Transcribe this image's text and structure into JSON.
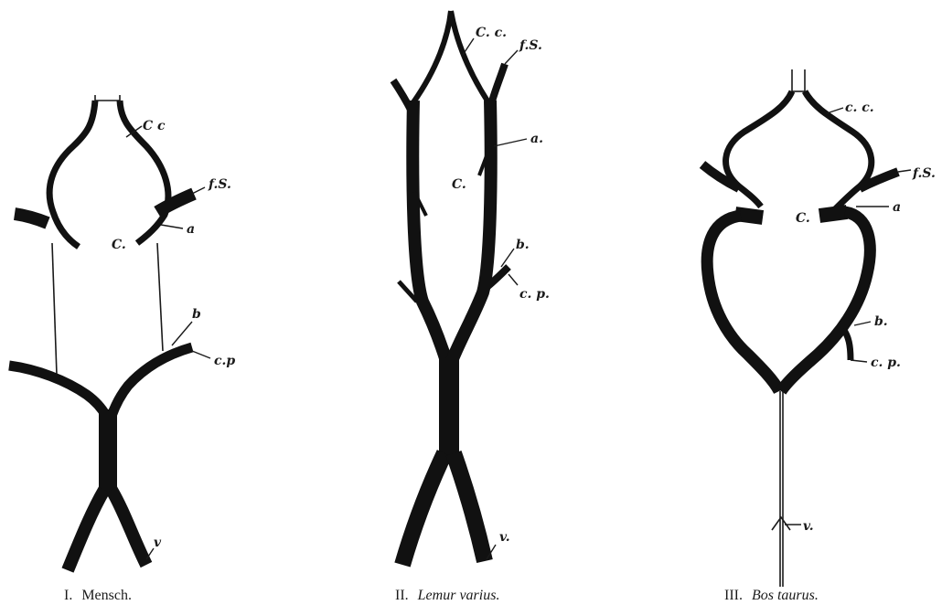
{
  "panels": [
    {
      "numeral": "I.",
      "species": "Mensch.",
      "labels": {
        "cc": "C c",
        "fs": "f.S.",
        "a": "a",
        "c": "C.",
        "b": "b",
        "cp": "c.p",
        "v": "v"
      }
    },
    {
      "numeral": "II.",
      "species": "Lemur varius.",
      "labels": {
        "cc": "C. c.",
        "fs": "f.S.",
        "a": "a.",
        "c": "C.",
        "b": "b.",
        "cp": "c. p.",
        "v": "v."
      }
    },
    {
      "numeral": "III.",
      "species": "Bos taurus.",
      "labels": {
        "cc": "c. c.",
        "fs": "f.S.",
        "a": "a",
        "c": "C.",
        "b": "b.",
        "cp": "c. p.",
        "v": "v."
      }
    }
  ]
}
